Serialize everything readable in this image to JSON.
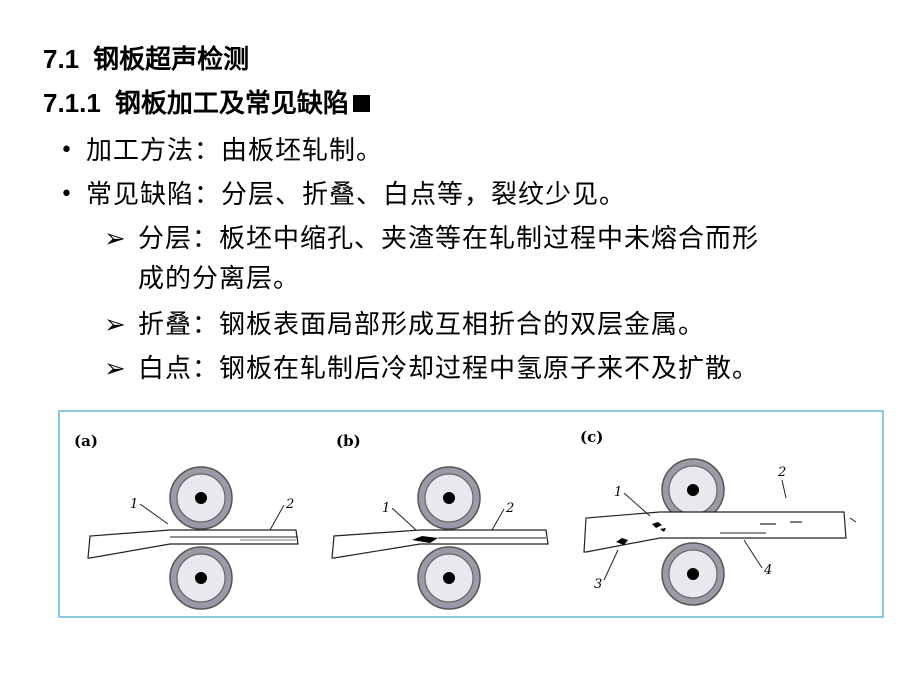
{
  "heading1": {
    "number": "7.1",
    "title": "钢板超声检测"
  },
  "heading2": {
    "number": "7.1.1",
    "title": "钢板加工及常见缺陷"
  },
  "bullets": [
    "加工方法：由板坯轧制。",
    "常见缺陷：分层、折叠、白点等，裂纹少见。"
  ],
  "sub_bullets": [
    {
      "line1": "分层：板坯中缩孔、夹渣等在轧制过程中未熔合而形",
      "line2": "成的分离层。"
    },
    {
      "line1": "折叠：钢板表面局部形成互相折合的双层金属。"
    },
    {
      "line1": "白点：钢板在轧制后冷却过程中氢原子来不及扩散。"
    }
  ],
  "figure": {
    "panel_labels": [
      "(a)",
      "(b)",
      "(c)"
    ],
    "annotations": {
      "a": [
        "1",
        "2"
      ],
      "b": [
        "1",
        "2"
      ],
      "c": [
        "1",
        "2",
        "3",
        "4"
      ]
    },
    "colors": {
      "frame": "#8cc8e0",
      "roll_outer": "#9a9aa8",
      "roll_inner": "#e8e8ee"
    }
  }
}
